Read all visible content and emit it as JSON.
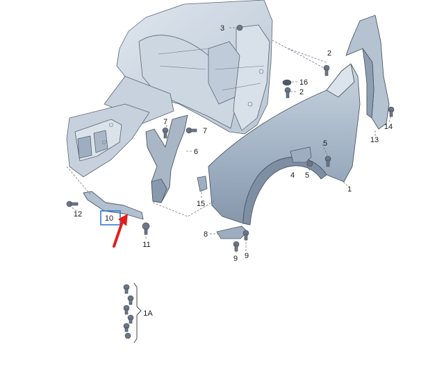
{
  "diagram": {
    "callouts": [
      {
        "id": "c1",
        "text": "1"
      },
      {
        "id": "c1a",
        "text": "1A"
      },
      {
        "id": "c2a",
        "text": "2"
      },
      {
        "id": "c2b",
        "text": "2"
      },
      {
        "id": "c3",
        "text": "3"
      },
      {
        "id": "c4",
        "text": "4"
      },
      {
        "id": "c5a",
        "text": "5"
      },
      {
        "id": "c5b",
        "text": "5"
      },
      {
        "id": "c6",
        "text": "6"
      },
      {
        "id": "c7a",
        "text": "7"
      },
      {
        "id": "c7b",
        "text": "7"
      },
      {
        "id": "c8",
        "text": "8"
      },
      {
        "id": "c9a",
        "text": "9"
      },
      {
        "id": "c9b",
        "text": "9"
      },
      {
        "id": "c10",
        "text": "10"
      },
      {
        "id": "c11",
        "text": "11"
      },
      {
        "id": "c12",
        "text": "12"
      },
      {
        "id": "c13",
        "text": "13"
      },
      {
        "id": "c14",
        "text": "14"
      },
      {
        "id": "c15",
        "text": "15"
      },
      {
        "id": "c16",
        "text": "16"
      }
    ],
    "colors": {
      "part_fill": "#c3cfdc",
      "part_dark": "#8e9db0",
      "fender_fill": "#aebdcd",
      "line": "#5a6472",
      "highlight_box": "#2f7ad6",
      "arrow": "#e41c1c"
    }
  }
}
